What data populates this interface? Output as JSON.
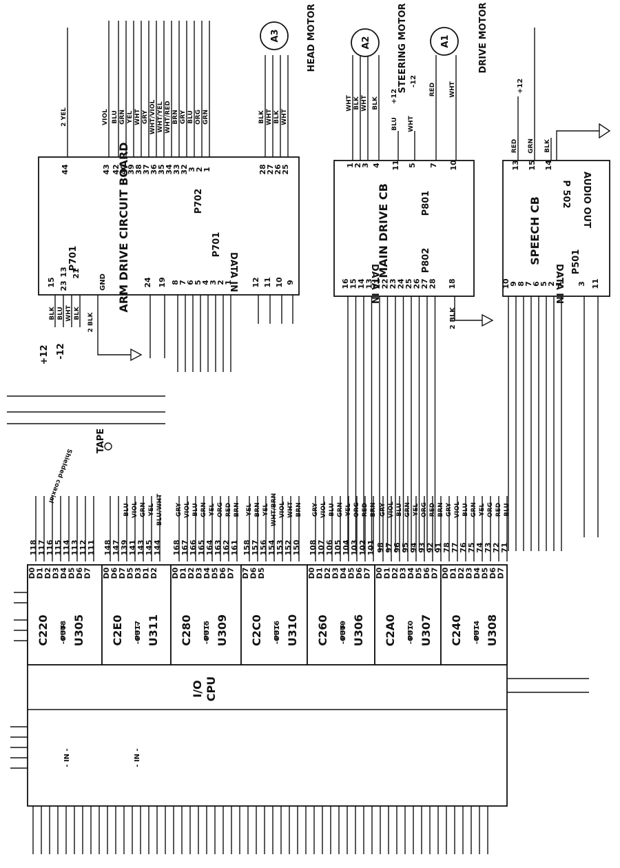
{
  "motors": {
    "head": {
      "id": "A3",
      "label": "HEAD MOTOR"
    },
    "steering": {
      "id": "A2",
      "label": "STEERING MOTOR"
    },
    "drive": {
      "id": "A1",
      "label": "DRIVE MOTOR"
    }
  },
  "arm_drive": {
    "title": "ARM DRIVE CIRCUIT BOARD",
    "connector_top": "P702",
    "connector_in": "P701",
    "connector_side": "P701",
    "data_in": "DATA IN",
    "gnd": "GND",
    "top_wires": [
      {
        "pin": "44",
        "color": "2 YEL"
      },
      {
        "pin": "43",
        "color": "VIOL"
      },
      {
        "pin": "42",
        "color": "BLU"
      },
      {
        "pin": "40",
        "color": "GRN"
      },
      {
        "pin": "39",
        "color": "YEL"
      },
      {
        "pin": "38",
        "color": "WHT"
      },
      {
        "pin": "37",
        "color": "GRY"
      },
      {
        "pin": "36",
        "color": "WHT/VIOL"
      },
      {
        "pin": "35",
        "color": "WHT/YEL"
      },
      {
        "pin": "34",
        "color": "WHT/RED"
      },
      {
        "pin": "33",
        "color": "BRN"
      },
      {
        "pin": "32",
        "color": "GRY"
      },
      {
        "pin": "3",
        "color": "BLU"
      },
      {
        "pin": "2",
        "color": "ORG"
      },
      {
        "pin": "1",
        "color": "GRN"
      },
      {
        "pin": "28",
        "color": "BLK"
      },
      {
        "pin": "27",
        "color": "WHT"
      },
      {
        "pin": "26",
        "color": "BLK"
      },
      {
        "pin": "25",
        "color": "WHT"
      }
    ],
    "bottom_pins": [
      "24",
      "19",
      "8",
      "7",
      "6",
      "5",
      "4",
      "3",
      "2",
      "1",
      "12",
      "11",
      "10",
      "9"
    ],
    "side_pins": [
      "15",
      "13",
      "23",
      "21"
    ],
    "power": [
      {
        "label": "+12",
        "wire": "BLK"
      },
      {
        "label": "",
        "wire": "BLU"
      },
      {
        "label": "-12",
        "wire": "WHT"
      },
      {
        "label": "",
        "wire": "BLK"
      }
    ],
    "gnd_wire": "2 BLK"
  },
  "main_drive": {
    "title": "MAIN DRIVE CB",
    "connector_top": "P801",
    "connector_in": "P802",
    "data_in": "DATA IN",
    "top_wires": [
      {
        "pin": "1",
        "color": "WHT"
      },
      {
        "pin": "2",
        "color": "BLK"
      },
      {
        "pin": "3",
        "color": "WHT"
      },
      {
        "pin": "4",
        "color": "BLK"
      },
      {
        "pin": "11",
        "color": "BLU"
      },
      {
        "pin": "5",
        "color": "WHT"
      },
      {
        "pin": "7",
        "color": "RED"
      },
      {
        "pin": "10",
        "color": "WHT"
      }
    ],
    "supply_plus": "+12",
    "supply_minus": "-12",
    "bottom_pins": [
      "16",
      "15",
      "14",
      "13",
      "21",
      "22",
      "23",
      "24",
      "25",
      "26",
      "27",
      "28",
      "18"
    ],
    "gnd_wire": "2 BLK"
  },
  "speech": {
    "title": "SPEECH CB",
    "connector_top": "P 502",
    "connector_in": "P501",
    "data_in": "DATA IN",
    "audio": "AUDIO OUT",
    "supply": "+12",
    "top_wires": [
      {
        "pin": "13",
        "color": "RED"
      },
      {
        "pin": "15",
        "color": "GRN"
      },
      {
        "pin": "14",
        "color": "BLK"
      }
    ],
    "bottom_pins": [
      "10",
      "9",
      "8",
      "7",
      "6",
      "5",
      "2",
      "1",
      "3",
      "11"
    ]
  },
  "tape": {
    "label": "TAPE",
    "cable": "Shielded coaxial"
  },
  "cpu": {
    "title_top": "I/O",
    "title_bottom": "CPU",
    "in_label": "- IN -"
  },
  "ports": [
    {
      "addr": "C220",
      "connector": "P308",
      "chip": "U305",
      "dir": "-OUT-",
      "bits": [
        "D0",
        "D1",
        "D2",
        "D3",
        "D4",
        "D5",
        "D6",
        "D7"
      ],
      "pins": [
        "118",
        "117",
        "116",
        "115",
        "114",
        "113",
        "112",
        "111"
      ],
      "colors": []
    },
    {
      "addr": "C2E0",
      "connector": "P317",
      "chip": "U311",
      "dir": "-OUT-",
      "bits": [
        "D0",
        "D6",
        "D7",
        "D5",
        "D3",
        "D1",
        "D2"
      ],
      "pins": [
        "148",
        "147",
        "139",
        "141",
        "143",
        "145",
        "144"
      ],
      "colors": [
        "",
        "",
        "BLU",
        "VIOL",
        "GRN",
        "YEL",
        "BLU/WHT"
      ]
    },
    {
      "addr": "C280",
      "connector": "P315",
      "chip": "U309",
      "dir": "-OUT-",
      "bits": [
        "D0",
        "D1",
        "D2",
        "D3",
        "D4",
        "D5",
        "D6",
        "D7"
      ],
      "pins": [
        "168",
        "167",
        "166",
        "165",
        "164",
        "163",
        "162",
        "161"
      ],
      "colors": [
        "GRY",
        "VIOL",
        "BLU",
        "GRN",
        "YEL",
        "ORG",
        "RED",
        "BRN"
      ]
    },
    {
      "addr": "C2C0",
      "connector": "P316",
      "chip": "U310",
      "dir": "-OUT-",
      "bits": [
        "D7",
        "D6",
        "D5"
      ],
      "pins": [
        "158",
        "157",
        "156",
        "154",
        "153",
        "152",
        "150"
      ],
      "colors": [
        "YEL",
        "BRN",
        "YEL",
        "WHT/BRN",
        "VIOL",
        "WHT",
        "BRN"
      ]
    },
    {
      "addr": "C260",
      "connector": "P309",
      "chip": "U306",
      "dir": "-OUT-",
      "bits": [
        "D0",
        "D1",
        "D2",
        "D3",
        "D4",
        "D5",
        "D6",
        "D7"
      ],
      "pins": [
        "108",
        "107",
        "106",
        "105",
        "104",
        "103",
        "102",
        "101"
      ],
      "colors": [
        "GRY",
        "VIOL",
        "BLU",
        "GRN",
        "YEL",
        "ORG",
        "RED",
        "BRN"
      ]
    },
    {
      "addr": "C2A0",
      "connector": "P310",
      "chip": "U307",
      "dir": "-OUT-",
      "bits": [
        "D0",
        "D1",
        "D2",
        "D3",
        "D4",
        "D5",
        "D6",
        "D7"
      ],
      "pins": [
        "98",
        "97",
        "96",
        "95",
        "94",
        "93",
        "92",
        "91"
      ],
      "colors": [
        "GRY",
        "VIOL",
        "BLU",
        "GRN",
        "YEL",
        "ORG",
        "RED",
        "BRN"
      ]
    },
    {
      "addr": "C240",
      "connector": "P314",
      "chip": "U308",
      "dir": "-OUT-",
      "bits": [
        "D0",
        "D1",
        "D2",
        "D3",
        "D4",
        "D5",
        "D6",
        "D7"
      ],
      "pins": [
        "78",
        "77",
        "76",
        "75",
        "74",
        "73",
        "72",
        "71"
      ],
      "colors": [
        "GRY",
        "VIOL",
        "BLU",
        "GRN",
        "YEL",
        "ORG",
        "RED",
        "BLU"
      ]
    }
  ]
}
